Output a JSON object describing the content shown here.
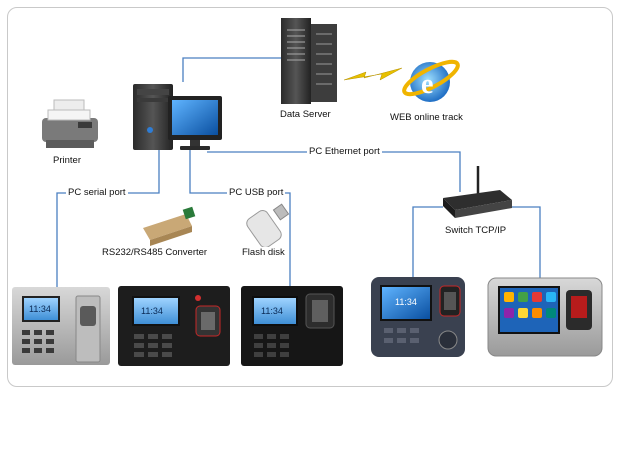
{
  "labels": {
    "data_server": "Data Server",
    "web_track": "WEB online track",
    "printer": "Printer",
    "pc_ethernet": "PC Ethernet port",
    "pc_serial": "PC serial port",
    "pc_usb": "PC USB port",
    "converter": "RS232/RS485 Converter",
    "flash_disk": "Flash disk",
    "switch": "Switch TCP/IP"
  },
  "devices": [
    {
      "screen_time": "11:34"
    },
    {
      "screen_time": "11:34"
    },
    {
      "screen_time": "11:34"
    },
    {
      "screen_time": "11:34"
    }
  ],
  "colors": {
    "connector_line": "#4a7fc1",
    "lightning": "#e8c000",
    "monitor_screen": "#1a7fd0"
  }
}
